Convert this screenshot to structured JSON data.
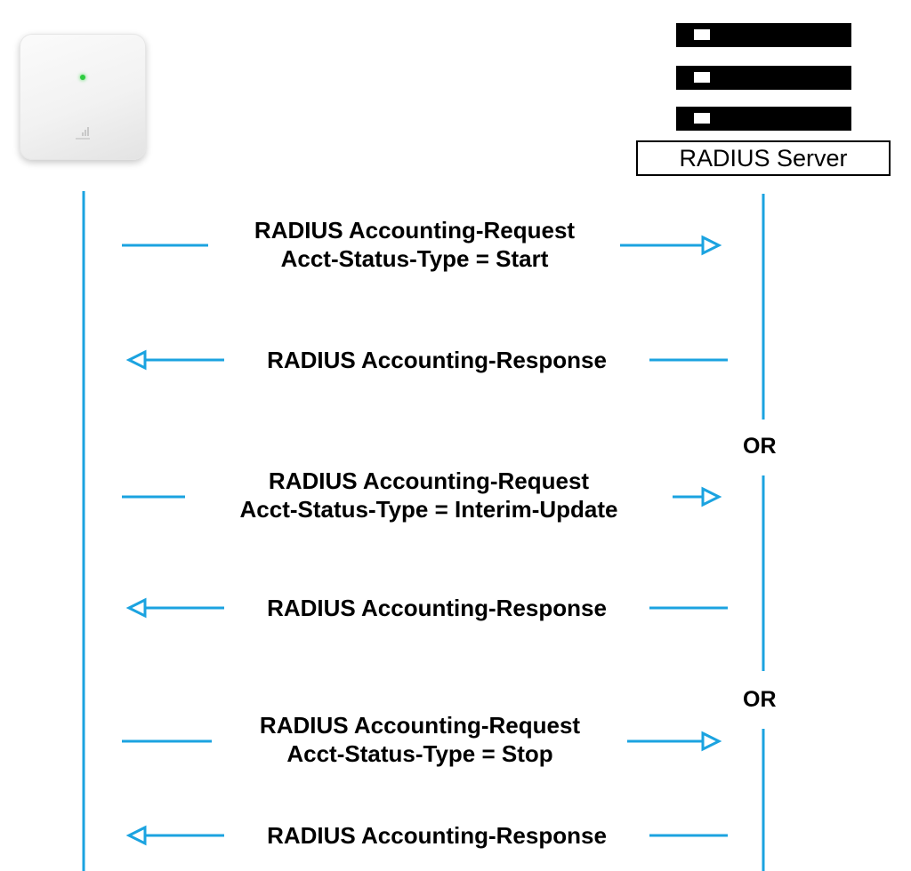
{
  "server": {
    "label": "RADIUS Server"
  },
  "colors": {
    "line": "#1ba3e0",
    "text": "#000000"
  },
  "icons": {
    "client": "access-point-device-icon",
    "server": "server-rack-icon"
  },
  "messages": [
    {
      "direction": "request",
      "line1": "RADIUS Accounting-Request",
      "line2": "Acct-Status-Type = Start"
    },
    {
      "direction": "response",
      "line1": "RADIUS Accounting-Response"
    },
    {
      "direction": "request",
      "line1": "RADIUS Accounting-Request",
      "line2": "Acct-Status-Type = Interim-Update"
    },
    {
      "direction": "response",
      "line1": "RADIUS Accounting-Response"
    },
    {
      "direction": "request",
      "line1": "RADIUS Accounting-Request",
      "line2": "Acct-Status-Type = Stop"
    },
    {
      "direction": "response",
      "line1": "RADIUS Accounting-Response"
    }
  ],
  "separators": [
    {
      "label": "OR"
    },
    {
      "label": "OR"
    }
  ]
}
